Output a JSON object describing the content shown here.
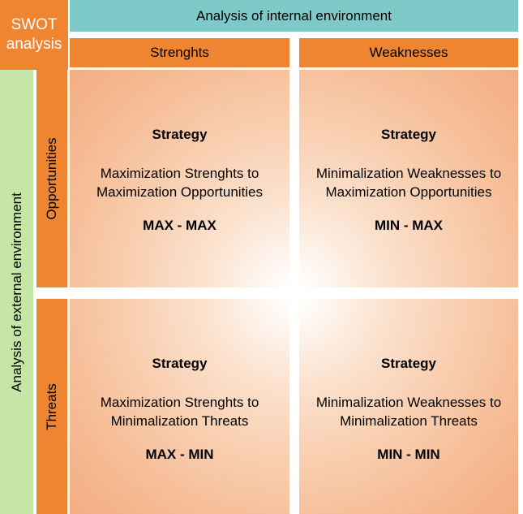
{
  "corner": {
    "line1": "SWOT",
    "line2": "analysis"
  },
  "internal_label": "Analysis of internal environment",
  "external_label": "Analysis of external environment",
  "columns": {
    "strengths": "Strenghts",
    "weaknesses": "Weaknesses"
  },
  "rows": {
    "opportunities": "Opportunities",
    "threats": "Threats"
  },
  "quadrants": {
    "so": {
      "title": "Strategy",
      "line1": "Maximization Strenghts to",
      "line2": "Maximization Opportunities",
      "code": "MAX - MAX"
    },
    "wo": {
      "title": "Strategy",
      "line1": "Minimalization Weaknesses to",
      "line2": "Maximization Opportunities",
      "code": "MIN - MAX"
    },
    "st": {
      "title": "Strategy",
      "line1": "Maximization Strenghts to",
      "line2": "Minimalization Threats",
      "code": "MAX - MIN"
    },
    "wt": {
      "title": "Strategy",
      "line1": "Minimalization Weaknesses to",
      "line2": "Minimalization Threats",
      "code": "MIN - MIN"
    }
  },
  "colors": {
    "orange": "#ef8431",
    "teal": "#7dcac9",
    "green": "#c6e6a8",
    "peach": "#f3ad82"
  }
}
